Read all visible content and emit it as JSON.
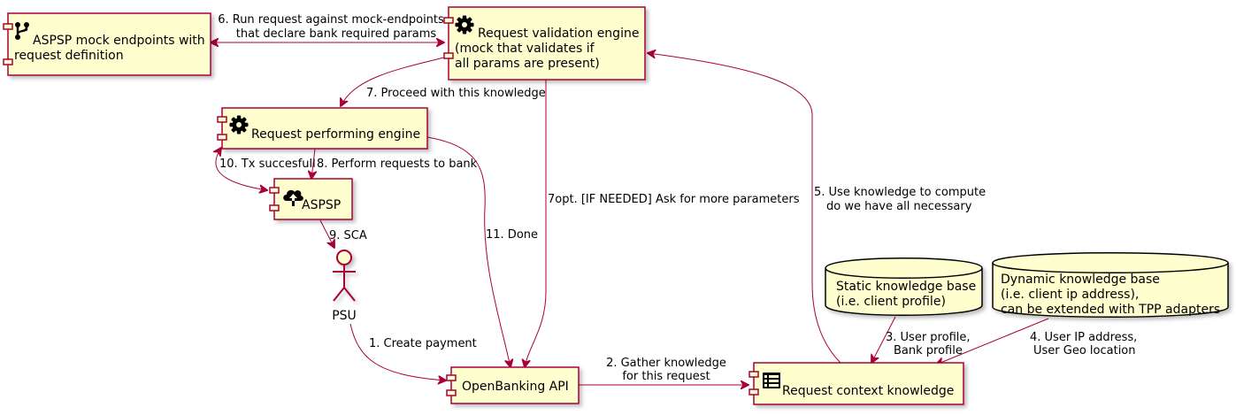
{
  "nodes": {
    "mock_endpoints": {
      "lines": [
        "ASPSP mock endpoints with",
        "request definition"
      ],
      "icon": "branch-icon"
    },
    "validation_engine": {
      "lines": [
        "Request validation engine",
        "(mock that validates if",
        "all params are present)"
      ],
      "icon": "gear-icon"
    },
    "performing_engine": {
      "lines": [
        "Request performing engine"
      ],
      "icon": "gear-icon"
    },
    "aspsp": {
      "lines": [
        "ASPSP"
      ],
      "icon": "cloud-upload-icon"
    },
    "psu": {
      "lines": [
        "PSU"
      ],
      "icon": "actor-icon"
    },
    "openbanking_api": {
      "lines": [
        "OpenBanking API"
      ]
    },
    "context_knowledge": {
      "lines": [
        "Request context knowledge"
      ],
      "icon": "list-icon"
    },
    "static_kb": {
      "lines": [
        "Static knowledge base",
        "(i.e. client profile)"
      ]
    },
    "dynamic_kb": {
      "lines": [
        "Dynamic knowledge base",
        "(i.e. client ip address),",
        "can be extended with TPP adapters"
      ]
    }
  },
  "edges": {
    "e1": [
      "1. Create payment"
    ],
    "e2": [
      "2. Gather knowledge",
      "for this request"
    ],
    "e3": [
      "3. User profile,",
      "Bank profile"
    ],
    "e4": [
      "4. User IP address,",
      "User Geo location"
    ],
    "e5": [
      "5. Use knowledge to compute",
      "do we have all necessary"
    ],
    "e6": [
      "6. Run request against mock-endpoints",
      "that declare bank required params"
    ],
    "e7": [
      "7. Proceed with this knowledge"
    ],
    "e7opt": [
      "7opt. [IF NEEDED] Ask for more parameters"
    ],
    "e8": [
      "8. Perform requests to bank"
    ],
    "e9": [
      "9. SCA"
    ],
    "e10": [
      "10. Tx succesfull"
    ],
    "e11": [
      "11. Done"
    ]
  },
  "colors": {
    "node_fill": "#FEFECE",
    "border": "#A80036",
    "db_border": "#000000"
  }
}
